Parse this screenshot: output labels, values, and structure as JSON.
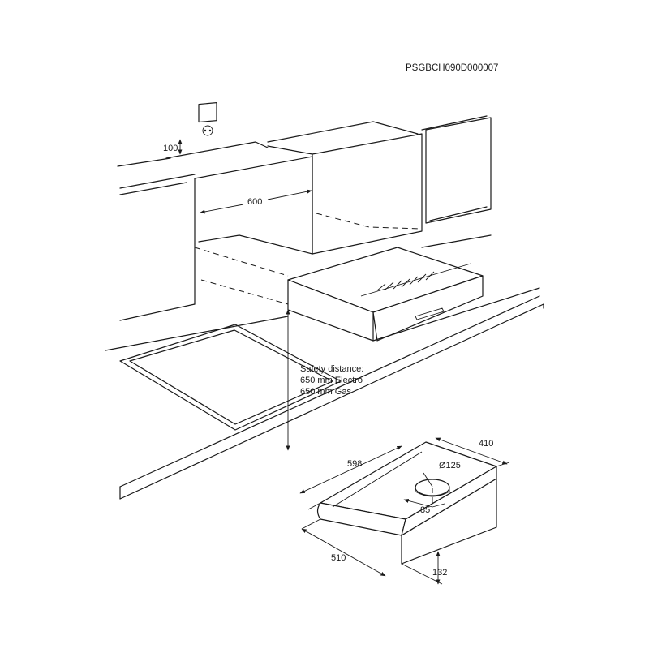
{
  "diagram": {
    "code": "PSGBCH090D000007",
    "top_view": {
      "socket_offset": "100",
      "cabinet_width": "600",
      "safety_note": [
        "Safety distance:",
        "650 mm Electro",
        "650 mm Gas"
      ]
    },
    "hood_dimensions": {
      "width": "598",
      "depth": "410",
      "duct_diameter": "Ø125",
      "duct_offset": "85",
      "front_depth": "510",
      "height": "132"
    }
  }
}
